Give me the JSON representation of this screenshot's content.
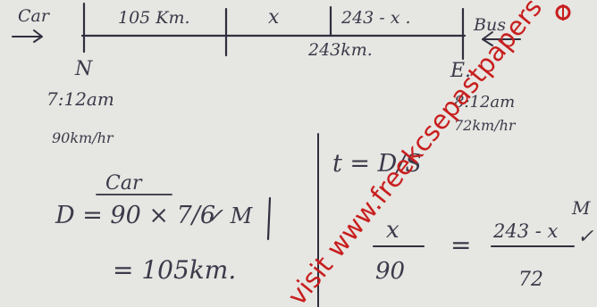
{
  "diagram": {
    "car_label": "Car",
    "bus_label": "Bus",
    "point_start": "N",
    "point_end": "E.",
    "segment_1": "105 Km.",
    "segment_2": "x",
    "segment_3": "243 - x .",
    "total_distance": "243km.",
    "car_time": "7:12am",
    "car_speed": "90km/hr",
    "bus_time": "8:12am",
    "bus_speed": "72km/hr"
  },
  "left_column": {
    "heading": "Car",
    "line_1": "D = 90 × 7/6",
    "mark_1": "✓ M",
    "line_2": "= 105km."
  },
  "right_column": {
    "formula": "t = D/S",
    "lhs_numerator": "x",
    "lhs_denominator": "90",
    "equals": "=",
    "rhs_numerator": "243 - x",
    "rhs_denominator": "72",
    "mark_2": "M",
    "tick_2": "✓"
  },
  "watermark": {
    "text": "visit www.freekcsepastpapers"
  },
  "colors": {
    "ink": "#3a3a4a",
    "watermark": "#c81e1e",
    "paper": "#e6e6e2"
  }
}
